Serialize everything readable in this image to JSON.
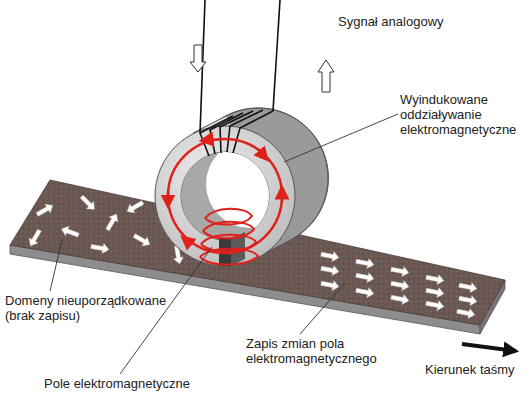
{
  "diagram": {
    "labels": [
      "Sygnał analogowy",
      "Wyindukowane oddziaływanie elektromagnetyczne",
      "Domeny nieuporządkowane (brak zapisu)",
      "Zapis zmian pola elektromagnetycznego",
      "Pole elektromagnetyczne",
      "Kierunek taśmy"
    ]
  }
}
